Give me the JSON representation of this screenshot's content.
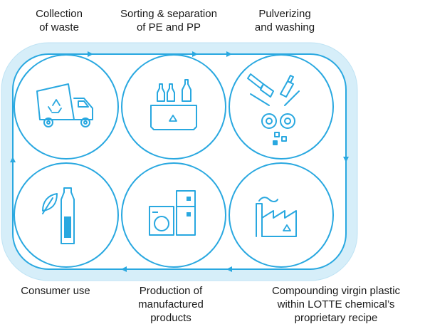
{
  "steps": {
    "collection": {
      "line1": "Collection",
      "line2": "of waste",
      "icon": "garbage-truck-recycle-icon"
    },
    "sorting": {
      "line1": "Sorting & separation",
      "line2": "of PE and PP",
      "icon": "bottles-in-recycle-bin-icon"
    },
    "pulverizing": {
      "line1": "Pulverizing",
      "line2": "and washing",
      "icon": "bottle-shredder-icon"
    },
    "consumer": {
      "line1": "Consumer use",
      "icon": "leaf-and-bottle-icon"
    },
    "production": {
      "line1": "Production of",
      "line2": "manufactured",
      "line3": "products",
      "icon": "washer-and-fridge-icon"
    },
    "compounding": {
      "line1": "Compounding virgin plastic",
      "line2": "within LOTTE chemical’s",
      "line3": "proprietary  recipe",
      "icon": "factory-recycle-icon"
    }
  },
  "colors": {
    "accent": "#29a8e0",
    "band": "#d6eef9",
    "band_edge": "#bfe3f4",
    "text": "#1a1a1a"
  }
}
